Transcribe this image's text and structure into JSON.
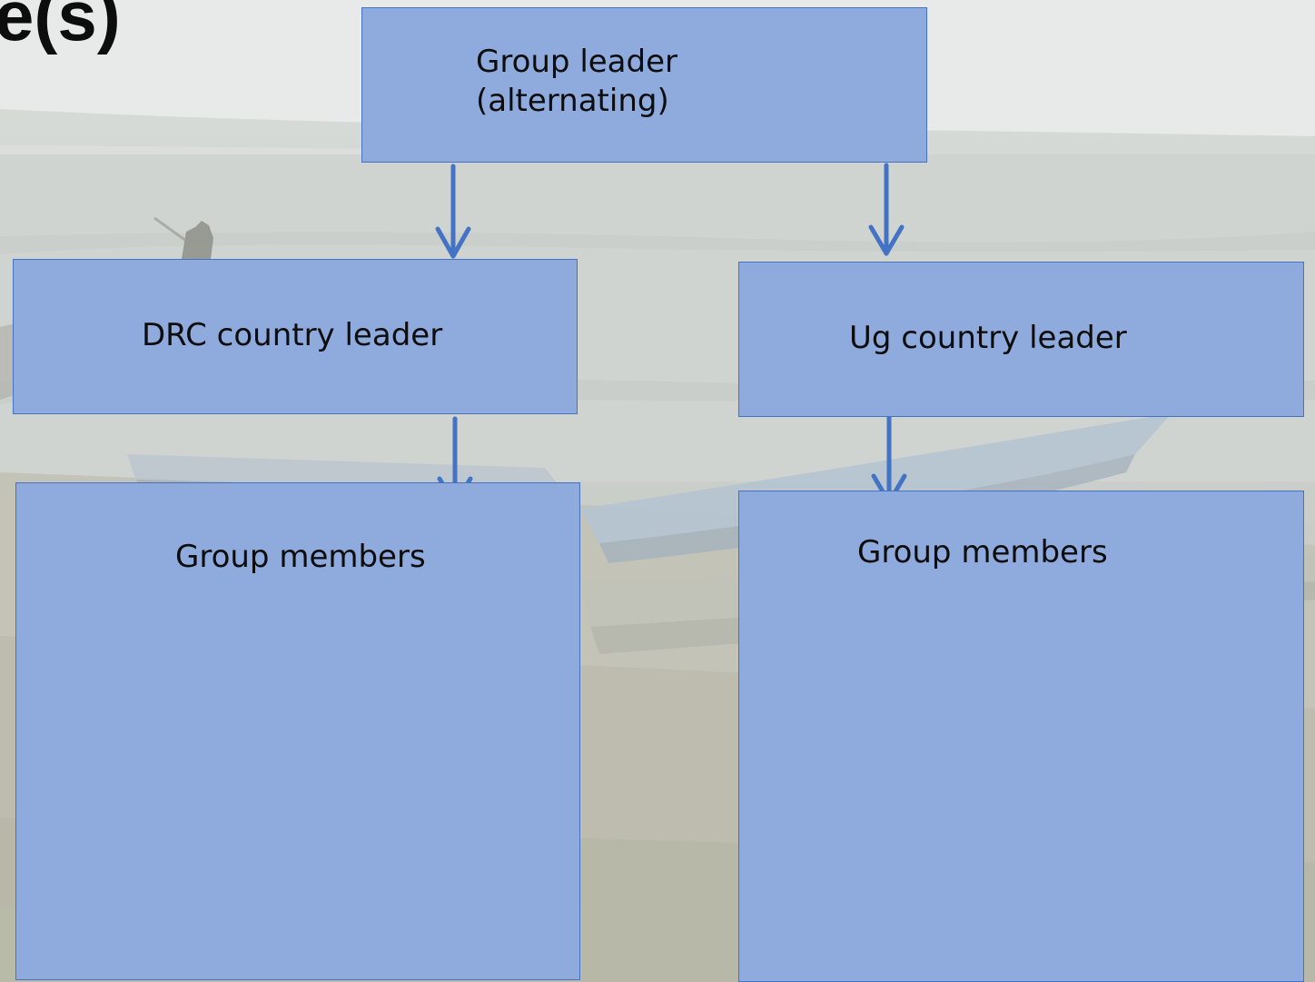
{
  "slide": {
    "title_fragment": "e(s)"
  },
  "boxes": {
    "top_leader": "Group leader\n(alternating)",
    "drc_leader": "DRC country leader",
    "ug_leader": "Ug country leader",
    "drc_members": "Group members",
    "ug_members": "Group members"
  },
  "colors": {
    "box_fill": "#8faadc",
    "box_border": "#4472c4",
    "arrow": "#4472c4"
  }
}
